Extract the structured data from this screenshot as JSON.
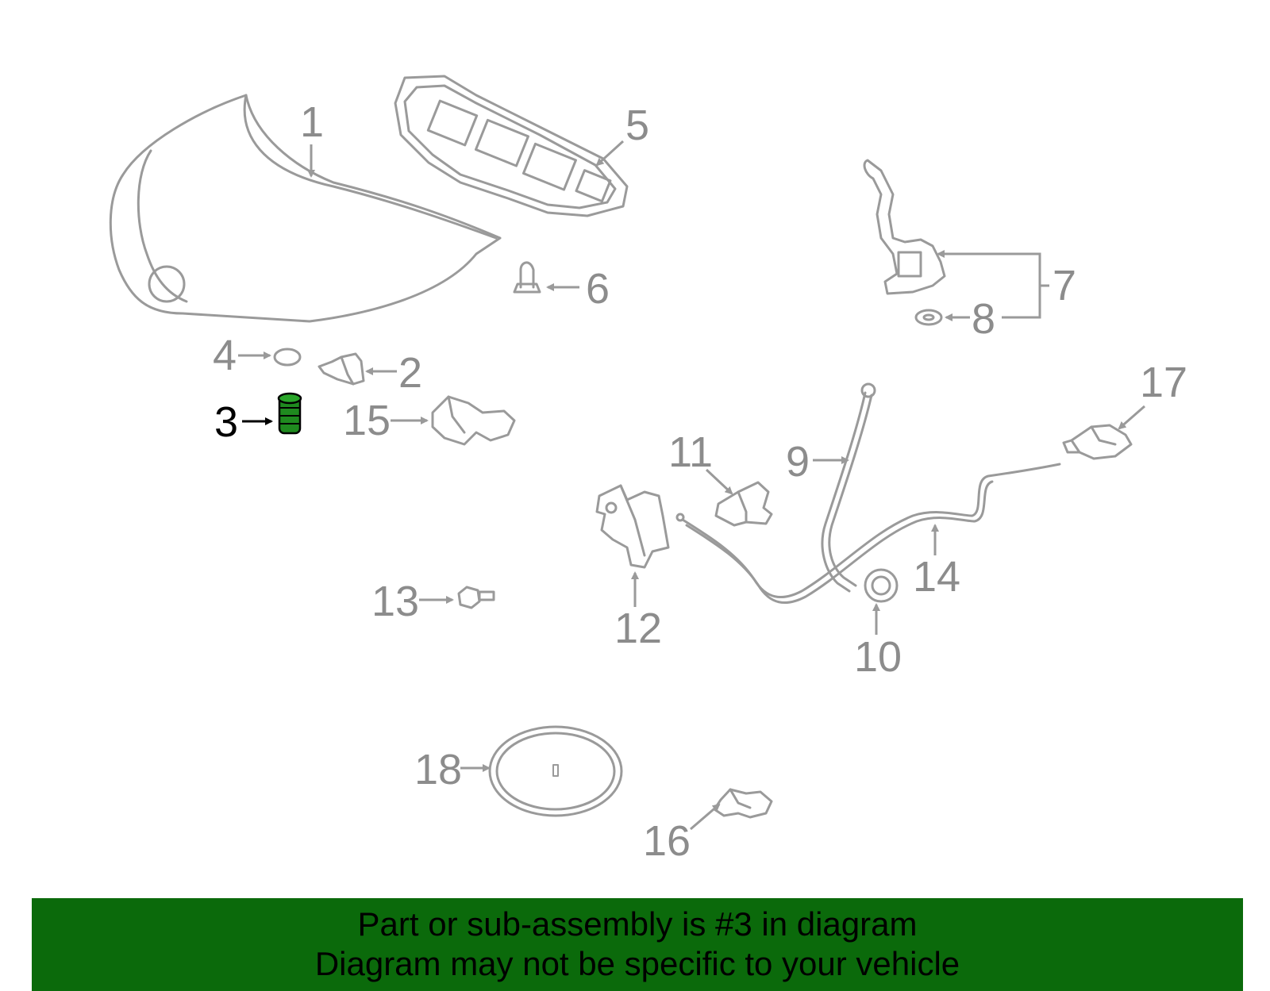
{
  "diagram": {
    "callouts": [
      {
        "id": "1",
        "label": "1"
      },
      {
        "id": "2",
        "label": "2"
      },
      {
        "id": "3",
        "label": "3",
        "highlighted": true
      },
      {
        "id": "4",
        "label": "4"
      },
      {
        "id": "5",
        "label": "5"
      },
      {
        "id": "6",
        "label": "6"
      },
      {
        "id": "7",
        "label": "7"
      },
      {
        "id": "8",
        "label": "8"
      },
      {
        "id": "9",
        "label": "9"
      },
      {
        "id": "10",
        "label": "10"
      },
      {
        "id": "11",
        "label": "11"
      },
      {
        "id": "12",
        "label": "12"
      },
      {
        "id": "13",
        "label": "13"
      },
      {
        "id": "14",
        "label": "14"
      },
      {
        "id": "15",
        "label": "15"
      },
      {
        "id": "16",
        "label": "16"
      },
      {
        "id": "17",
        "label": "17"
      },
      {
        "id": "18",
        "label": "18"
      }
    ],
    "colors": {
      "line": "#9a9a9a",
      "label": "#8c8c8c",
      "highlight_part": "#1f8a1f",
      "highlight_label": "#000000",
      "banner_bg": "#0b6a0b"
    }
  },
  "banner": {
    "line1": "Part or sub-assembly is #3 in diagram",
    "line2": "Diagram may not be specific to your vehicle"
  }
}
